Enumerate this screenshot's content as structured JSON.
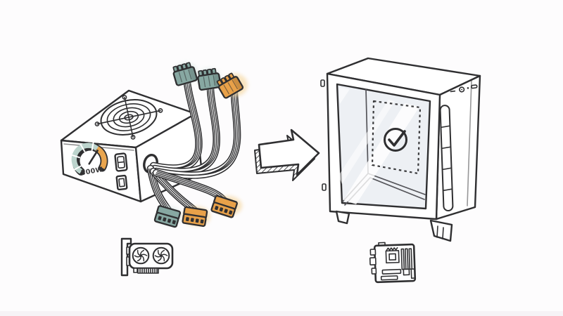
{
  "scene": {
    "type": "hand-drawn-illustration",
    "subject": "Install the 500W power supply into the PC case",
    "background": "#fdfcfd",
    "footer_strip": "#f6f3f6"
  },
  "colors": {
    "ink": "#2f2f31",
    "teal": "#87a8a2",
    "teal_halo": "#cfe0db",
    "orange": "#e8a149",
    "orange_halo": "#f6d9a4",
    "gauge_low": "#bcd4cd",
    "gauge_high": "#e9a54e",
    "window_tint": "#edf0f4"
  },
  "psu": {
    "wattage_label": "500W",
    "connectors_top": [
      "teal",
      "teal",
      "orange"
    ],
    "connectors_bottom": [
      "teal",
      "orange",
      "orange"
    ]
  },
  "pc_case": {
    "mount_marker": "dashed-square",
    "status_icon": "check-circle"
  },
  "icons": {
    "arrow": "arrow-right",
    "gpu": "graphics-card",
    "motherboard": "motherboard"
  }
}
